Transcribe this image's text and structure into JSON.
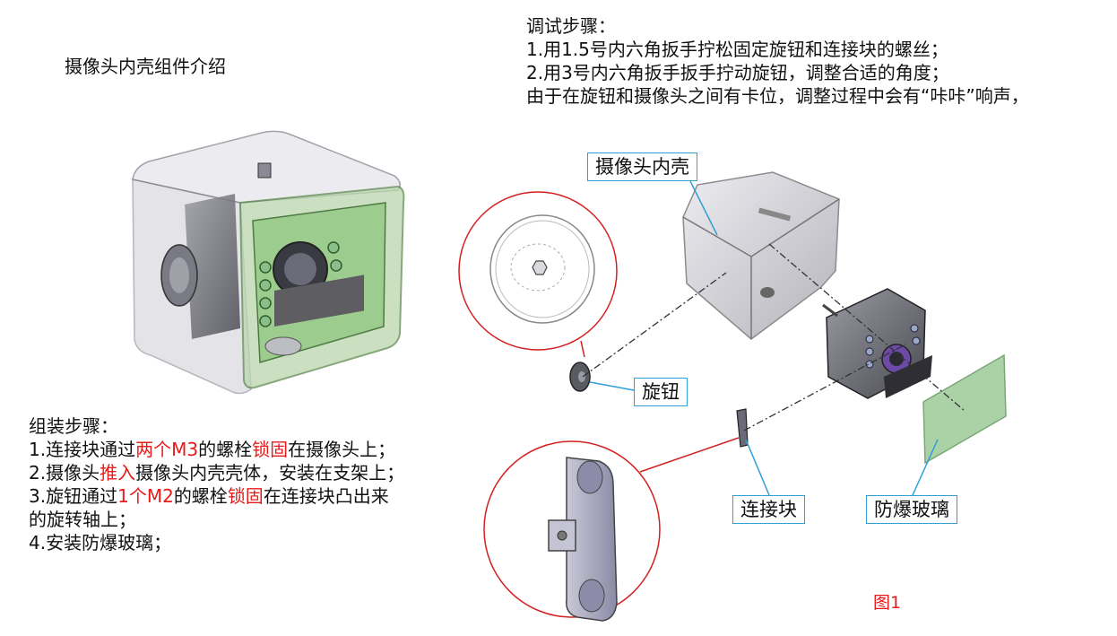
{
  "title": "摄像头内壳组件介绍",
  "debug_steps": {
    "heading": "调试步骤：",
    "lines": [
      "1.用1.5号内六角扳手拧松固定旋钮和连接块的螺丝；",
      "2.用3号内六角扳手扳手拧动旋钮，调整合适的角度；",
      "由于在旋钮和摄像头之间有卡位，调整过程中会有“咔咔”响声，"
    ]
  },
  "assembly_steps": {
    "heading": "组装步骤：",
    "step1": {
      "a": "1.连接块通过",
      "b": "两个M3",
      "c": "的螺栓",
      "d": "锁固",
      "e": "在摄像头上；"
    },
    "step2": {
      "a": "2.摄像头",
      "b": "推入",
      "c": "摄像头内壳壳体，安装在支架上；"
    },
    "step3": {
      "a": "3.旋钮通过",
      "b": "1个M2",
      "c": "的螺栓",
      "d": "锁固",
      "e": "在连接块凸出来"
    },
    "step3_cont": "的旋转轴上；",
    "step4": "4.安装防爆玻璃；"
  },
  "callouts": {
    "inner_shell": "摄像头内壳",
    "knob": "旋钮",
    "connector_block": "连接块",
    "explosion_proof_glass": "防爆玻璃"
  },
  "figure_label": "图1",
  "colors": {
    "highlight_red": "#e81b1b",
    "callout_blue": "#2f9fd6",
    "detail_circle_red": "#d42020",
    "glass_green": "#8fc48a"
  }
}
